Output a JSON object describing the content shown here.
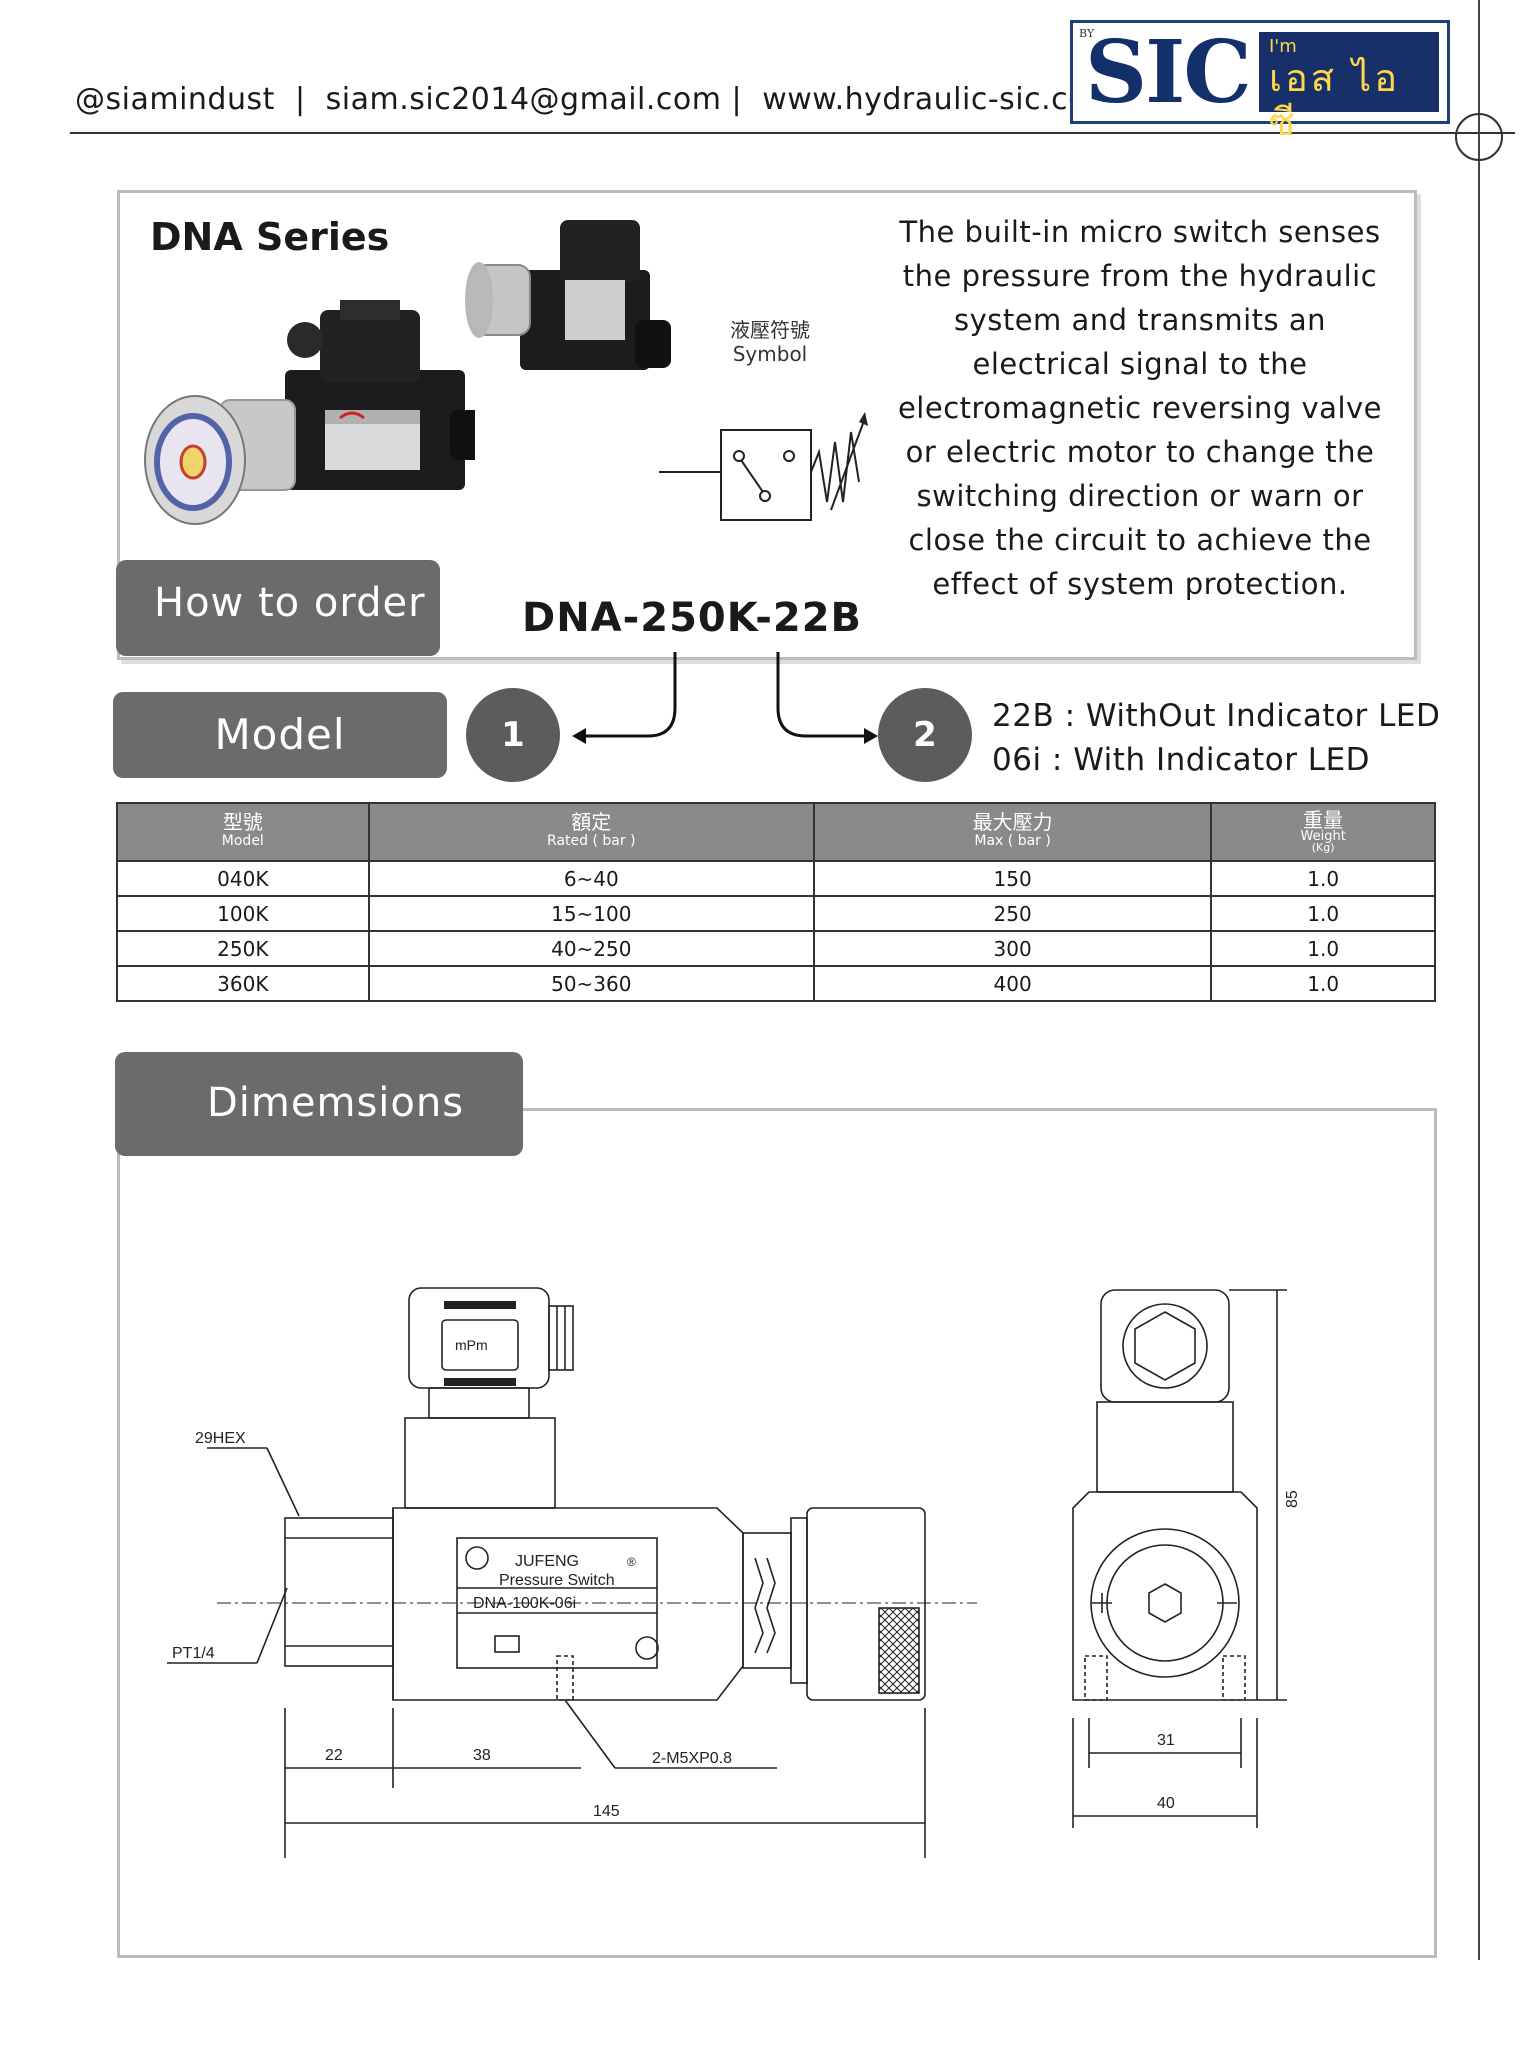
{
  "header": {
    "social": "@siamindust",
    "sep1": "|",
    "email": "siam.sic2014@gmail.com",
    "sep2": "|",
    "website": "www.hydraulic-sic.com"
  },
  "logo": {
    "by": "BY",
    "brand": "SIC",
    "im": "I'm",
    "thai": "เอส ไอ ซี",
    "brand_color": "#14306a",
    "accent_color": "#ffd84a"
  },
  "intro": {
    "series_title": "DNA Series",
    "symbol_zh": "液壓符號",
    "symbol_en": "Symbol",
    "description_lines": [
      "The built-in micro switch senses",
      "the pressure from the hydraulic",
      "system and transmits an",
      "electrical signal to the",
      "electromagnetic reversing valve",
      "or electric motor to change the",
      "switching direction or warn or",
      "close the circuit to achieve the",
      "effect of system protection."
    ]
  },
  "ordering": {
    "section_label": "How to order",
    "model_code": "DNA-250K-22B",
    "model_label": "Model",
    "step1": "1",
    "step2": "2",
    "option1": "22B : WithOut Indicator LED",
    "option2": "06i : With Indicator LED"
  },
  "spec_table": {
    "headers": [
      {
        "zh": "型號",
        "en": "Model",
        "en2": ""
      },
      {
        "zh": "額定",
        "en": "Rated ( bar )",
        "en2": ""
      },
      {
        "zh": "最大壓力",
        "en": "Max ( bar )",
        "en2": ""
      },
      {
        "zh": "重量",
        "en": "Weight",
        "en2": "(Kg)"
      }
    ],
    "rows": [
      [
        "040K",
        "6~40",
        "150",
        "1.0"
      ],
      [
        "100K",
        "15~100",
        "250",
        "1.0"
      ],
      [
        "250K",
        "40~250",
        "300",
        "1.0"
      ],
      [
        "360K",
        "50~360",
        "400",
        "1.0"
      ]
    ]
  },
  "dimensions": {
    "section_label": "Dimemsions",
    "plate_brand": "JUFENG",
    "plate_reg": "®",
    "plate_name": "Pressure Switch",
    "plate_model": "DNA-100K-06i",
    "connector_mark": "mPm",
    "labels": {
      "hex": "29HEX",
      "port": "PT1/4",
      "d22": "22",
      "d38": "38",
      "screw": "2-M5XP0.8",
      "d145": "145",
      "d85": "85",
      "d31": "31",
      "d40": "40"
    }
  }
}
